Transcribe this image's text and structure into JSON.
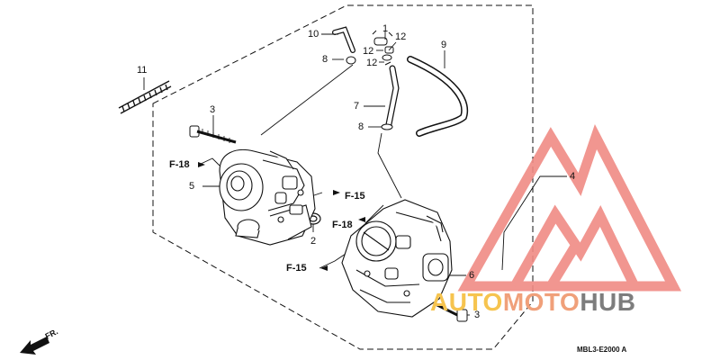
{
  "callouts": {
    "c1": "1",
    "c2": "2",
    "c3a": "3",
    "c3b": "3",
    "c4": "4",
    "c5": "5",
    "c6": "6",
    "c7": "7",
    "c8a": "8",
    "c8b": "8",
    "c9": "9",
    "c10": "10",
    "c11": "11",
    "c12a": "12",
    "c12b": "12",
    "c12c": "12"
  },
  "refs": {
    "f18a": "F-18",
    "f18b": "F-18",
    "f15a": "F-15",
    "f15b": "F-15"
  },
  "direction_label": "FR.",
  "diagram_code": "MBL3-E2000 A",
  "watermark": {
    "part1": "AUTO",
    "part2": "MOTO",
    "part3": "HUB",
    "colors": {
      "logo": "#f08b84",
      "auto": "#f6c44f",
      "moto": "#f0a07a",
      "hub": "#7d7d7d"
    }
  },
  "colors": {
    "line": "#111111",
    "background": "#ffffff"
  }
}
